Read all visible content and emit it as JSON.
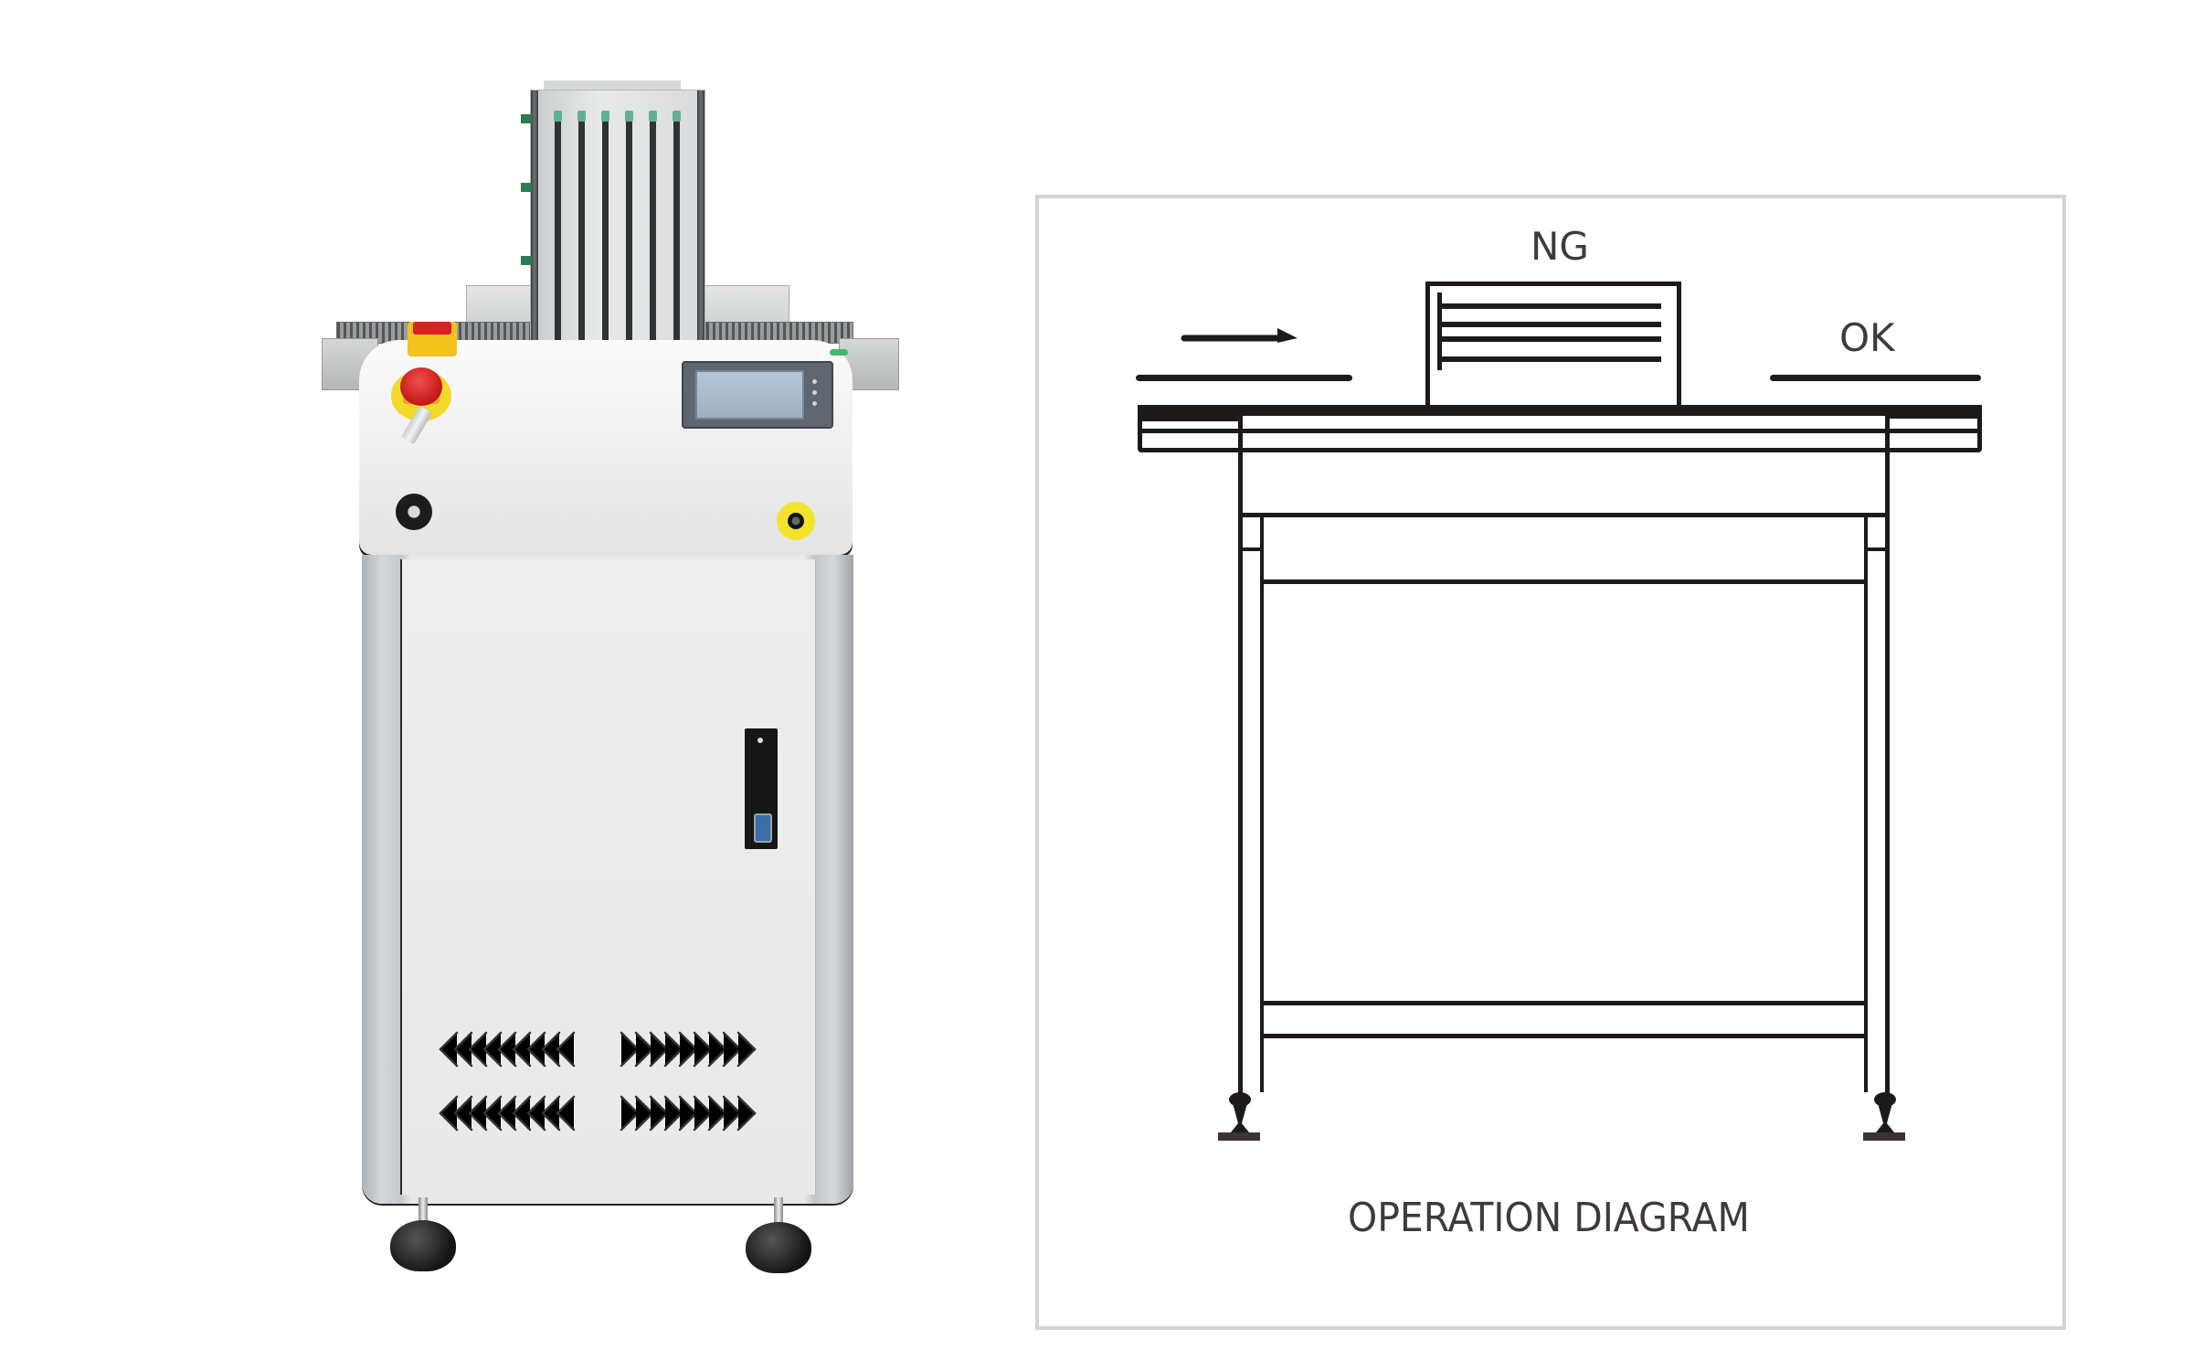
{
  "photo": {
    "subject": "NG/OK PCB buffer conveyor machine",
    "components": {
      "ng_magazine_slots": 6,
      "emergency_stop": "red mushroom button on yellow base",
      "touch_panel": "HMI touchscreen",
      "key_switch": "key lock",
      "indicator_lamp": "yellow reset lamp",
      "door_handle": "black latch handle",
      "vents": 4,
      "leveling_feet": 2
    },
    "colors": {
      "body": "#e9e9e9",
      "side_trim": "#b5babe",
      "estop_red": "#d01a1a",
      "estop_yellow": "#f2d92a",
      "hmi_frame": "#5f6670",
      "status_green": "#3dbb6b",
      "foot": "#1a1a1a"
    }
  },
  "diagram": {
    "labels": {
      "ng": "NG",
      "ok": "OK",
      "title": "OPERATION DIAGRAM"
    },
    "flow_direction": "left-to-right",
    "ng_buffer_slats": 4,
    "colors": {
      "line": "#1e1a1a",
      "text": "#3f3a39",
      "frame": "#d3d3d3"
    }
  }
}
